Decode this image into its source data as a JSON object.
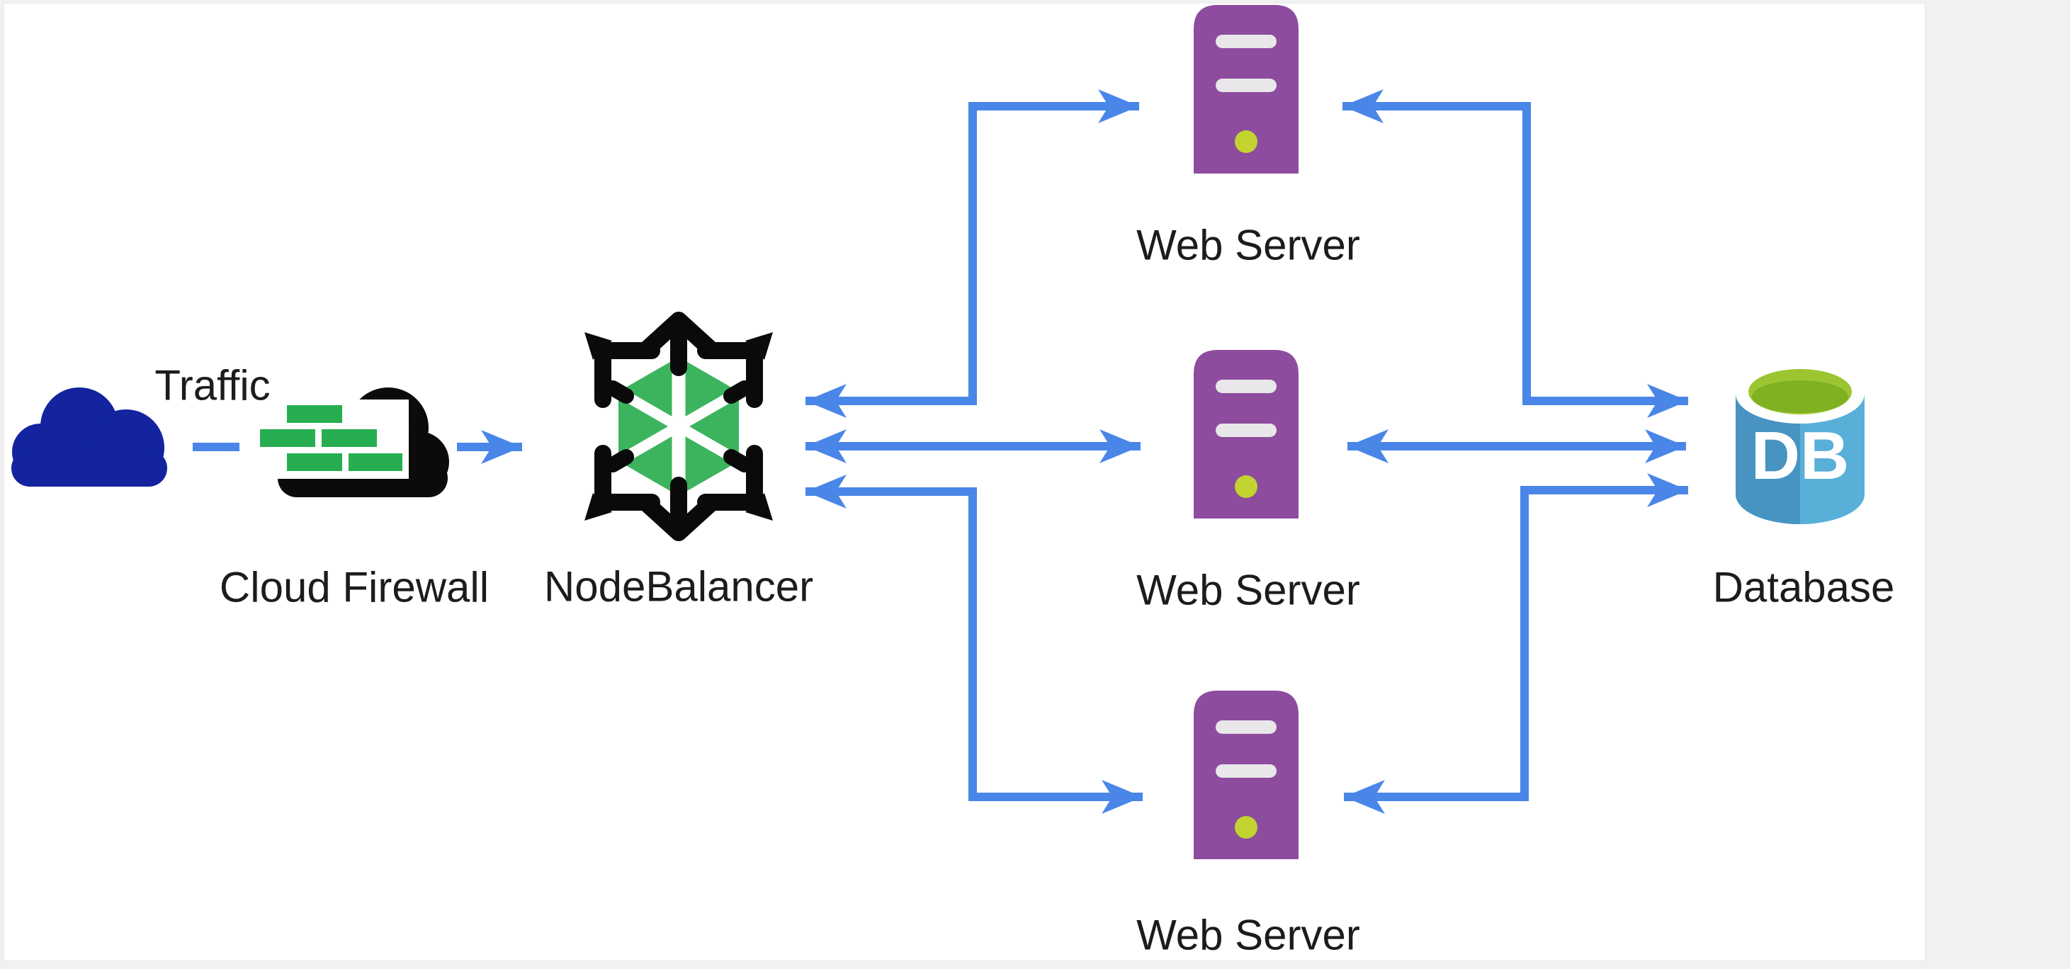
{
  "nodes": {
    "traffic": {
      "label": "Traffic"
    },
    "firewall": {
      "label": "Cloud Firewall"
    },
    "nodebalancer": {
      "label": "NodeBalancer"
    },
    "web_server_1": {
      "label": "Web Server"
    },
    "web_server_2": {
      "label": "Web Server"
    },
    "web_server_3": {
      "label": "Web Server"
    },
    "database": {
      "label": "Database",
      "badge": "DB"
    }
  },
  "connections": [
    {
      "from": "traffic",
      "to": "firewall",
      "style": "dash"
    },
    {
      "from": "firewall",
      "to": "nodebalancer",
      "style": "arrow-right"
    },
    {
      "from": "nodebalancer",
      "to": "web_server_1",
      "style": "double-arrow-elbow"
    },
    {
      "from": "nodebalancer",
      "to": "web_server_2",
      "style": "double-arrow-straight"
    },
    {
      "from": "nodebalancer",
      "to": "web_server_3",
      "style": "double-arrow-elbow"
    },
    {
      "from": "web_server_1",
      "to": "database",
      "style": "double-arrow-elbow"
    },
    {
      "from": "web_server_2",
      "to": "database",
      "style": "double-arrow-straight"
    },
    {
      "from": "web_server_3",
      "to": "database",
      "style": "double-arrow-elbow"
    }
  ],
  "colors": {
    "arrow-blue": "#4a86e8",
    "cloud-navy": "#13249e",
    "firewall-black": "#0b0b0b",
    "brick-green": "#27ae50",
    "nodebalancer-green": "#3cb45e",
    "server-purple": "#8d4c9e",
    "server-slot-gray": "#e9e7ea",
    "server-led-green": "#c3d430",
    "db-left-blue": "#4793c2",
    "db-right-blue": "#58afd8",
    "db-top-outer-green": "#9cc531",
    "db-top-inner-green": "#7fb122",
    "canvas-white": "#ffffff",
    "page-gray": "#f1f1f2",
    "label-black": "#1c1c1c"
  }
}
